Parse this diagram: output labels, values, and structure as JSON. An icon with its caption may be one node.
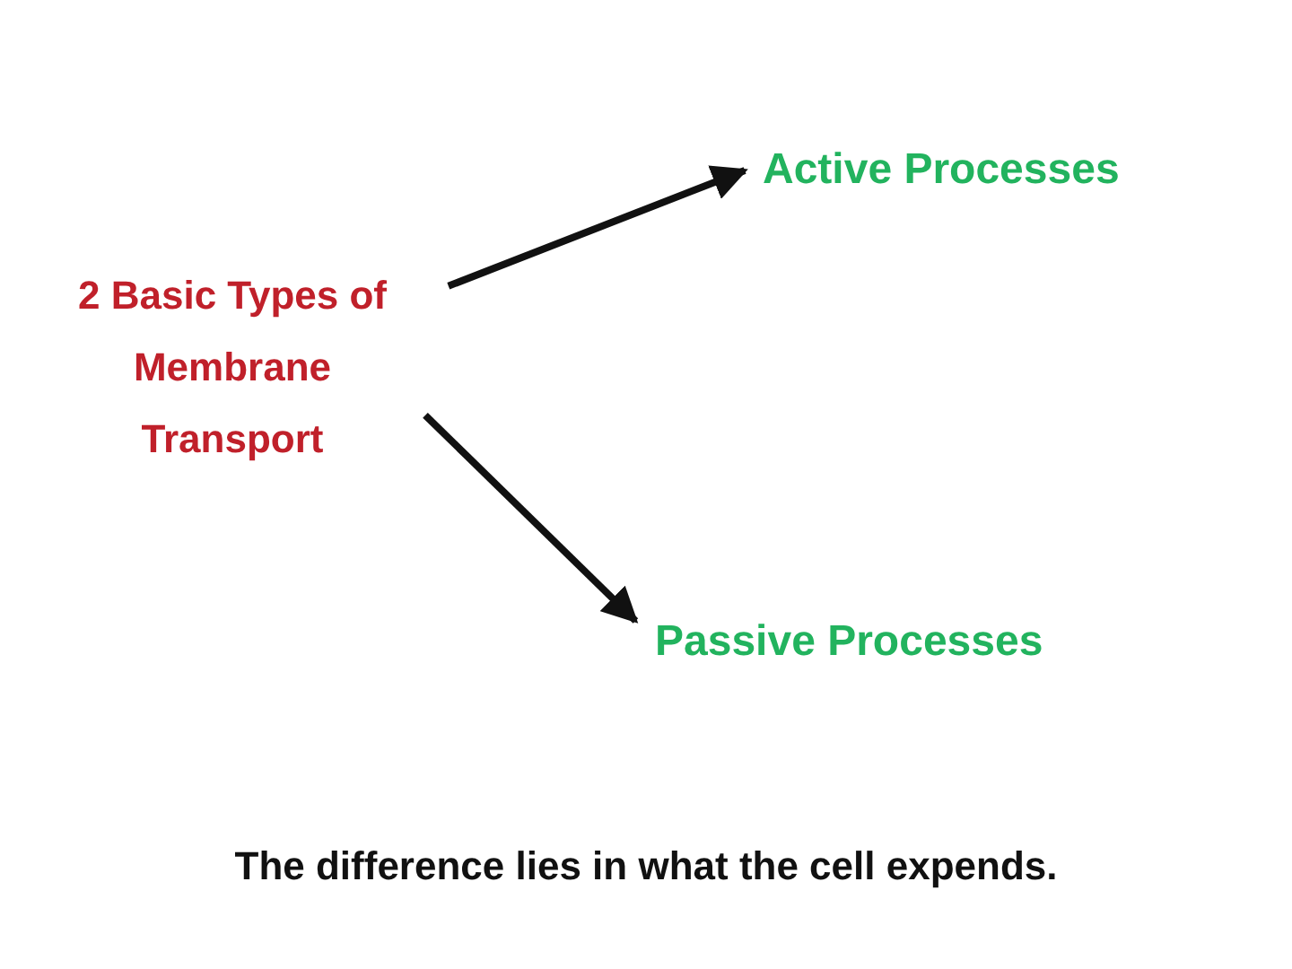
{
  "diagram": {
    "caption": "The difference lies in what the cell expends.",
    "nodes": [
      {
        "text": [
          "2 Basic Types of Membrane Transport"
        ]
      },
      {
        "text": [
          "Active Processes"
        ]
      },
      {
        "text": [
          "Passive Processes"
        ]
      }
    ],
    "edges": [
      {
        "from": 0,
        "to": 1,
        "arrow": "to"
      },
      {
        "from": 0,
        "to": 2,
        "arrow": "to"
      }
    ]
  }
}
